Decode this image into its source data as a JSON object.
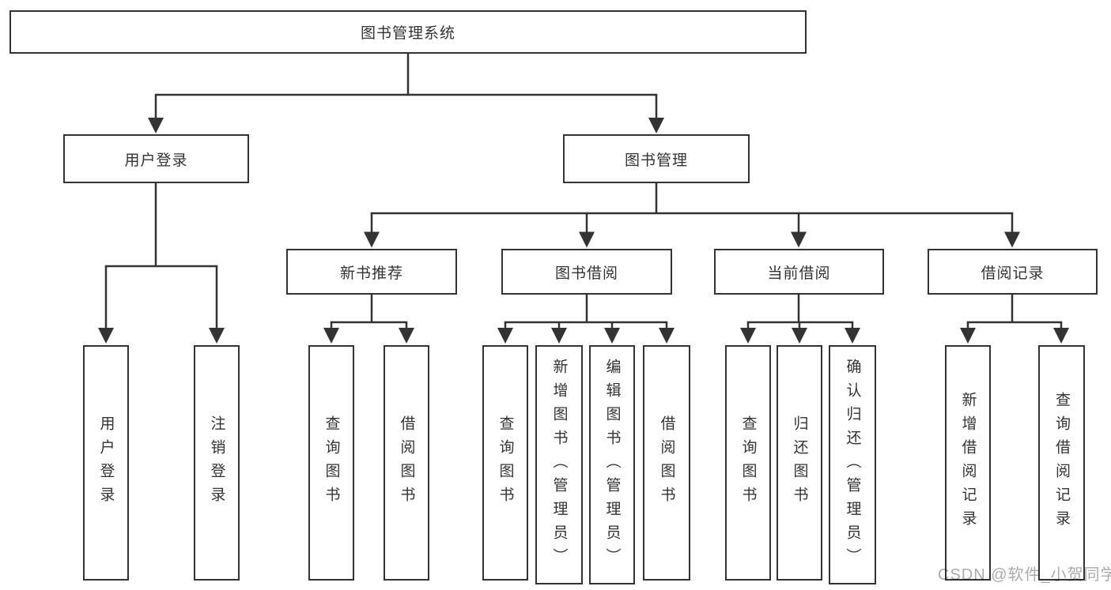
{
  "colors": {
    "line": "#333333",
    "box_background": "#ffffff",
    "watermark_text": "#acacac"
  },
  "diagram": {
    "root": {
      "label": "图书管理系统"
    },
    "level2": [
      {
        "label": "用户登录"
      },
      {
        "label": "图书管理"
      }
    ],
    "level3": [
      {
        "label": "新书推荐"
      },
      {
        "label": "图书借阅"
      },
      {
        "label": "当前借阅"
      },
      {
        "label": "借阅记录"
      }
    ],
    "leaves": [
      {
        "label": "用户登录"
      },
      {
        "label": "注销登录"
      },
      {
        "label": "查询图书"
      },
      {
        "label": "借阅图书"
      },
      {
        "label": "查询图书"
      },
      {
        "label": "新增图书（管理员）"
      },
      {
        "label": "编辑图书（管理员）"
      },
      {
        "label": "借阅图书"
      },
      {
        "label": "查询图书"
      },
      {
        "label": "归还图书"
      },
      {
        "label": "确认归还（管理员）"
      },
      {
        "label": "新增借阅记录"
      },
      {
        "label": "查询借阅记录"
      }
    ]
  },
  "watermark": {
    "text": "CSDN @软件_小贺同学"
  }
}
